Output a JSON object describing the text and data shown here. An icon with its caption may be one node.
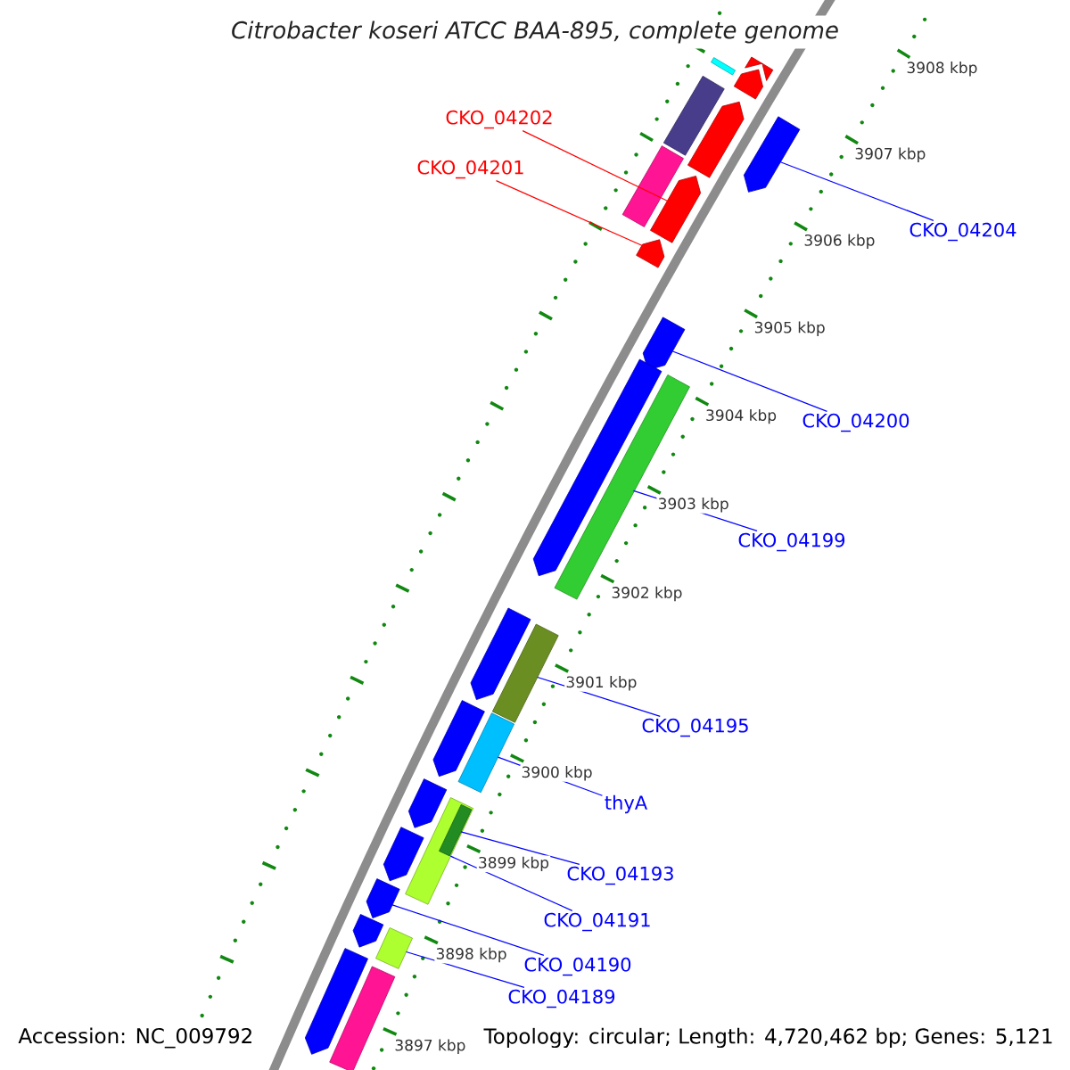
{
  "diagram": {
    "title": "Citrobacter koseri ATCC BAA-895, complete genome",
    "nodes": [
      {
        "text": [
          "CKO_04202"
        ]
      },
      {
        "text": [
          "CKO_04201"
        ]
      },
      {
        "text": [
          "CKO_04204"
        ]
      },
      {
        "text": [
          "CKO_04200"
        ]
      },
      {
        "text": [
          "CKO_04199"
        ]
      },
      {
        "text": [
          "CKO_04195"
        ]
      },
      {
        "text": [
          "thyA"
        ]
      },
      {
        "text": [
          "CKO_04193"
        ]
      },
      {
        "text": [
          "CKO_04191"
        ]
      },
      {
        "text": [
          "CKO_04190"
        ]
      },
      {
        "text": [
          "CKO_04189"
        ]
      },
      {
        "text": [],
        "shape": "bar"
      },
      {
        "text": [],
        "shape": "arrow"
      },
      {
        "text": [],
        "shape": "arrow"
      },
      {
        "text": [],
        "shape": "bar"
      },
      {
        "text": [],
        "shape": "arrow"
      },
      {
        "text": [],
        "shape": "arrow"
      },
      {
        "text": [],
        "shape": "bar"
      },
      {
        "text": [],
        "shape": "arrow"
      },
      {
        "text": [],
        "shape": "arrow"
      },
      {
        "text": [],
        "shape": "arrow"
      },
      {
        "text": [],
        "shape": "arrow"
      },
      {
        "text": [],
        "shape": "bar"
      },
      {
        "text": [],
        "shape": "arrow"
      },
      {
        "text": [],
        "shape": "bar"
      },
      {
        "text": [],
        "shape": "arrow"
      },
      {
        "text": [],
        "shape": "bar"
      },
      {
        "text": [],
        "shape": "arrow"
      },
      {
        "text": [],
        "shape": "arrow"
      },
      {
        "text": [],
        "shape": "bar"
      },
      {
        "text": [],
        "shape": "bar",
        "in": 29
      },
      {
        "text": [],
        "shape": "arrow"
      },
      {
        "text": [],
        "shape": "arrow"
      },
      {
        "text": [],
        "shape": "bar"
      },
      {
        "text": [],
        "shape": "arrow"
      },
      {
        "text": [],
        "shape": "bar"
      }
    ],
    "edges": [
      {
        "from": 0,
        "to": 18,
        "arrow": "none",
        "color": "#ff0000"
      },
      {
        "from": 1,
        "to": 19,
        "arrow": "none",
        "color": "#ff0000"
      },
      {
        "from": 2,
        "to": 16,
        "arrow": "none"
      },
      {
        "from": 3,
        "to": 20,
        "arrow": "none"
      },
      {
        "from": 4,
        "to": 22,
        "arrow": "none"
      },
      {
        "from": 5,
        "to": 24,
        "arrow": "none"
      },
      {
        "from": 6,
        "to": 26,
        "arrow": "none"
      },
      {
        "from": 7,
        "to": 30,
        "arrow": "none"
      },
      {
        "from": 8,
        "to": 29,
        "arrow": "none"
      },
      {
        "from": 9,
        "to": 31,
        "arrow": "none"
      },
      {
        "from": 10,
        "to": 33,
        "arrow": "none"
      }
    ],
    "labels": [
      "3908 kbp",
      "3907 kbp",
      "3906 kbp",
      "3905 kbp",
      "3904 kbp",
      "3903 kbp",
      "3902 kbp",
      "3901 kbp",
      "3900 kbp",
      "3899 kbp",
      "3898 kbp",
      "3897 kbp",
      "Accession: NC_009792",
      "Topology: circular; Length: 4,720,462 bp; Genes: 5,121"
    ]
  }
}
